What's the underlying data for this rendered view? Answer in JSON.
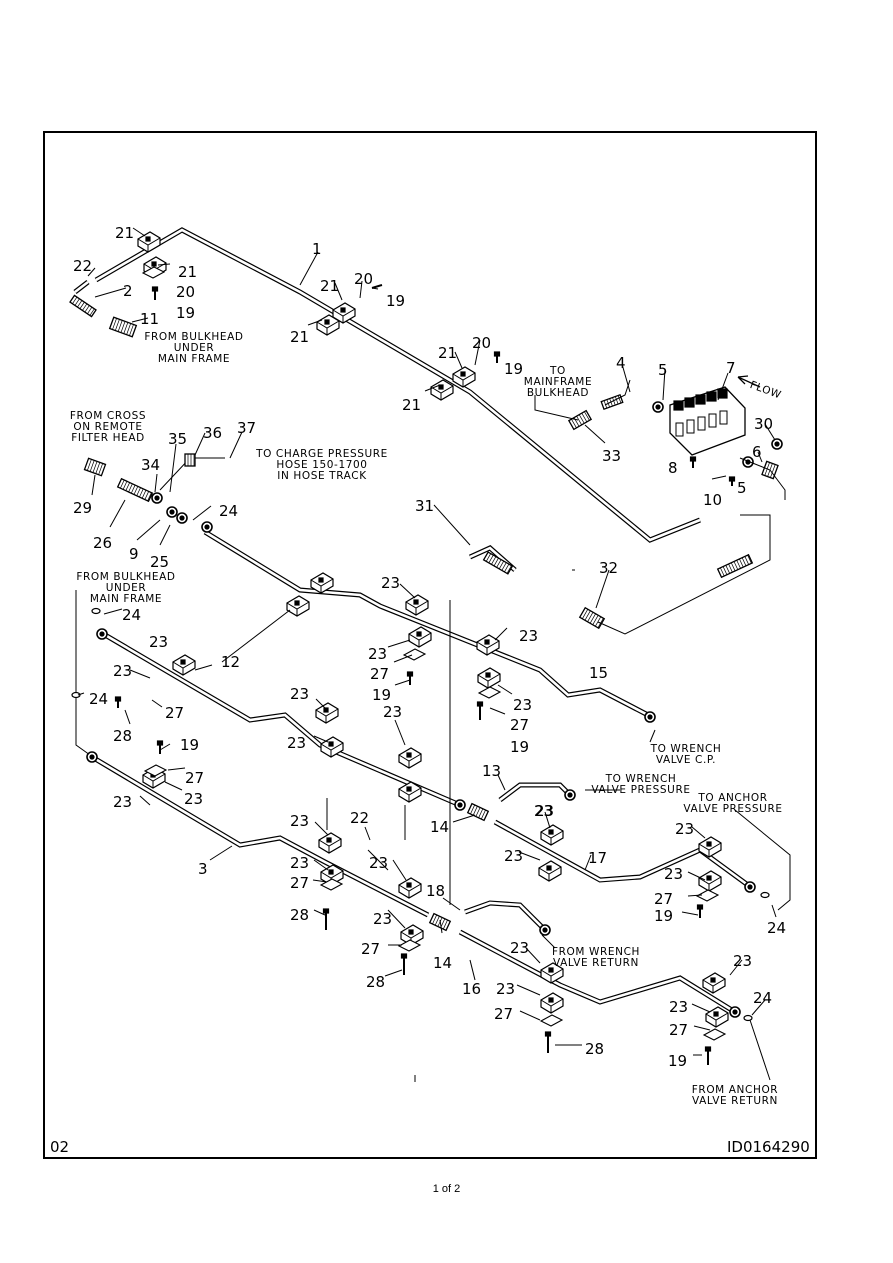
{
  "frame": {
    "figure_number": "02",
    "drawing_id": "ID0164290"
  },
  "footer": {
    "page_label": "1 of 2"
  },
  "callouts": [
    {
      "id": "c1",
      "text": "1"
    },
    {
      "id": "c2",
      "text": "2"
    },
    {
      "id": "c3",
      "text": "3"
    },
    {
      "id": "c4",
      "text": "4"
    },
    {
      "id": "c5a",
      "text": "5"
    },
    {
      "id": "c5b",
      "text": "5"
    },
    {
      "id": "c6",
      "text": "6"
    },
    {
      "id": "c7",
      "text": "7"
    },
    {
      "id": "c8",
      "text": "8"
    },
    {
      "id": "c9",
      "text": "9"
    },
    {
      "id": "c10",
      "text": "10"
    },
    {
      "id": "c11",
      "text": "11"
    },
    {
      "id": "c12",
      "text": "12"
    },
    {
      "id": "c13",
      "text": "13"
    },
    {
      "id": "c14a",
      "text": "14"
    },
    {
      "id": "c14b",
      "text": "14"
    },
    {
      "id": "c15",
      "text": "15"
    },
    {
      "id": "c16",
      "text": "16"
    },
    {
      "id": "c17",
      "text": "17"
    },
    {
      "id": "c18",
      "text": "18"
    },
    {
      "id": "c19a",
      "text": "19"
    },
    {
      "id": "c19b",
      "text": "19"
    },
    {
      "id": "c19c",
      "text": "19"
    },
    {
      "id": "c19d",
      "text": "19"
    },
    {
      "id": "c19e",
      "text": "19"
    },
    {
      "id": "c19f",
      "text": "19"
    },
    {
      "id": "c19g",
      "text": "19"
    },
    {
      "id": "c19h",
      "text": "19"
    },
    {
      "id": "c20a",
      "text": "20"
    },
    {
      "id": "c20b",
      "text": "20"
    },
    {
      "id": "c20c",
      "text": "20"
    },
    {
      "id": "c21a",
      "text": "21"
    },
    {
      "id": "c21b",
      "text": "21"
    },
    {
      "id": "c21c",
      "text": "21"
    },
    {
      "id": "c21d",
      "text": "21"
    },
    {
      "id": "c21e",
      "text": "21"
    },
    {
      "id": "c21f",
      "text": "21"
    },
    {
      "id": "c22a",
      "text": "22"
    },
    {
      "id": "c22b",
      "text": "22"
    },
    {
      "id": "c23a",
      "text": "23"
    },
    {
      "id": "c23b",
      "text": "23"
    },
    {
      "id": "c23c",
      "text": "23"
    },
    {
      "id": "c23d",
      "text": "23"
    },
    {
      "id": "c23e",
      "text": "23"
    },
    {
      "id": "c23f",
      "text": "23"
    },
    {
      "id": "c23g",
      "text": "23"
    },
    {
      "id": "c23h",
      "text": "23"
    },
    {
      "id": "c23i",
      "text": "23"
    },
    {
      "id": "c23j",
      "text": "23"
    },
    {
      "id": "c23k",
      "text": "23"
    },
    {
      "id": "c23l",
      "text": "23"
    },
    {
      "id": "c23m",
      "text": "23"
    },
    {
      "id": "c23n",
      "text": "23"
    },
    {
      "id": "c23o",
      "text": "23"
    },
    {
      "id": "c23p",
      "text": "23"
    },
    {
      "id": "c23q",
      "text": "23"
    },
    {
      "id": "c23r",
      "text": "23"
    },
    {
      "id": "c23s",
      "text": "23"
    },
    {
      "id": "c23t",
      "text": "23"
    },
    {
      "id": "c23u",
      "text": "23"
    },
    {
      "id": "c23v",
      "text": "23"
    },
    {
      "id": "c23w",
      "text": "23"
    },
    {
      "id": "c23x",
      "text": "23"
    },
    {
      "id": "c24a",
      "text": "24"
    },
    {
      "id": "c24b",
      "text": "24"
    },
    {
      "id": "c24c",
      "text": "24"
    },
    {
      "id": "c24d",
      "text": "24"
    },
    {
      "id": "c24e",
      "text": "24"
    },
    {
      "id": "c25",
      "text": "25"
    },
    {
      "id": "c26",
      "text": "26"
    },
    {
      "id": "c27a",
      "text": "27"
    },
    {
      "id": "c27b",
      "text": "27"
    },
    {
      "id": "c27c",
      "text": "27"
    },
    {
      "id": "c27d",
      "text": "27"
    },
    {
      "id": "c27e",
      "text": "27"
    },
    {
      "id": "c27f",
      "text": "27"
    },
    {
      "id": "c27g",
      "text": "27"
    },
    {
      "id": "c27h",
      "text": "27"
    },
    {
      "id": "c27i",
      "text": "27"
    },
    {
      "id": "c28a",
      "text": "28"
    },
    {
      "id": "c28b",
      "text": "28"
    },
    {
      "id": "c28c",
      "text": "28"
    },
    {
      "id": "c28d",
      "text": "28"
    },
    {
      "id": "c29",
      "text": "29"
    },
    {
      "id": "c30",
      "text": "30"
    },
    {
      "id": "c31",
      "text": "31"
    },
    {
      "id": "c32",
      "text": "32"
    },
    {
      "id": "c33",
      "text": "33"
    },
    {
      "id": "c34",
      "text": "34"
    },
    {
      "id": "c35",
      "text": "35"
    },
    {
      "id": "c36",
      "text": "36"
    },
    {
      "id": "c37",
      "text": "37"
    }
  ],
  "notes": {
    "from_bulkhead_top": [
      "FROM BULKHEAD",
      "UNDER",
      "MAIN FRAME"
    ],
    "to_mainframe_bulkhead": [
      "TO",
      "MAINFRAME",
      "BULKHEAD"
    ],
    "flow_arrow": "FLOW",
    "from_cross": [
      "FROM CROSS",
      "ON REMOTE",
      "FILTER HEAD"
    ],
    "to_charge_pressure": [
      "TO CHARGE PRESSURE",
      "HOSE 150-1700",
      "IN HOSE TRACK"
    ],
    "from_bulkhead_left": [
      "FROM BULKHEAD",
      "UNDER",
      "MAIN FRAME"
    ],
    "to_wrench_cp": [
      "TO WRENCH",
      "VALVE C.P."
    ],
    "to_wrench_pressure": [
      "TO WRENCH",
      "VALVE PRESSURE"
    ],
    "to_anchor_pressure": [
      "TO ANCHOR",
      "VALVE PRESSURE"
    ],
    "from_wrench_return": [
      "FROM WRENCH",
      "VALVE RETURN"
    ],
    "from_anchor_return": [
      "FROM ANCHOR",
      "VALVE RETURN"
    ]
  }
}
